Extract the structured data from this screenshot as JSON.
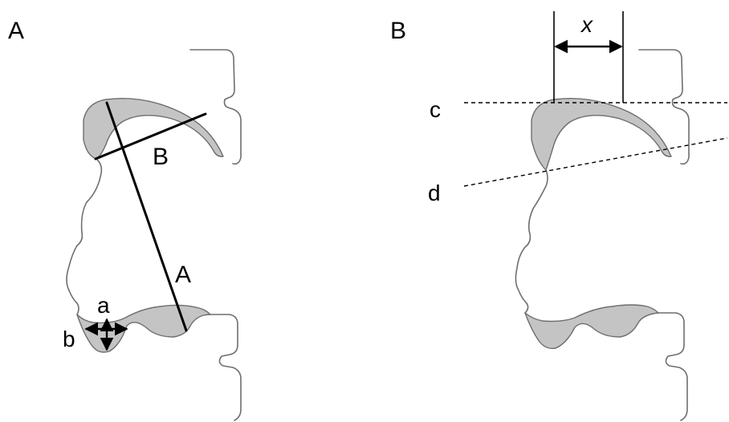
{
  "panels": [
    {
      "label": "A",
      "measurements": {
        "long_axis": "A",
        "short_axis": "B",
        "height": "a",
        "width": "b"
      }
    },
    {
      "label": "B",
      "measurements": {
        "width": "x",
        "line_top": "c",
        "line_lower": "d"
      }
    }
  ]
}
